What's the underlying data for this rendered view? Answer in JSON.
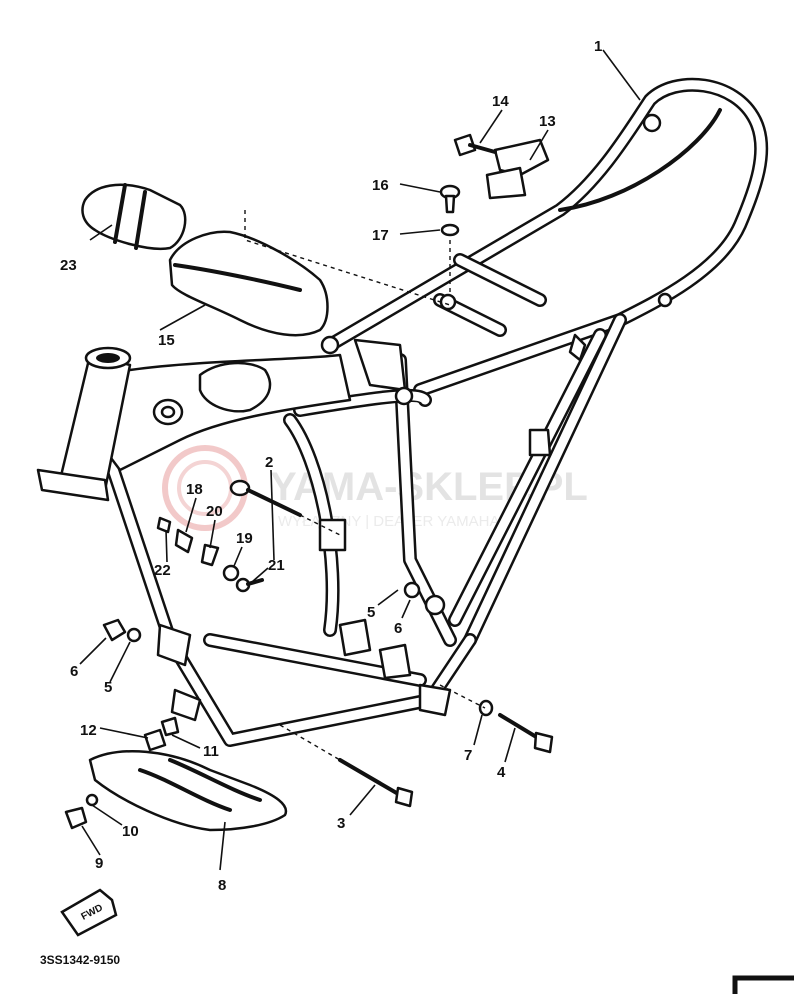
{
  "watermark": {
    "brand": "YAMA-SKLEP.PL",
    "tagline": "WYŁĄCZNY | DEALER YAMAHA"
  },
  "catalog_code": "3SS1342-9150",
  "fwd_label": "FWD",
  "callouts": [
    {
      "id": "1",
      "text": "1"
    },
    {
      "id": "2",
      "text": "2"
    },
    {
      "id": "3",
      "text": "3"
    },
    {
      "id": "4",
      "text": "4"
    },
    {
      "id": "5a",
      "text": "5"
    },
    {
      "id": "5b",
      "text": "5"
    },
    {
      "id": "6a",
      "text": "6"
    },
    {
      "id": "6b",
      "text": "6"
    },
    {
      "id": "7",
      "text": "7"
    },
    {
      "id": "8",
      "text": "8"
    },
    {
      "id": "9",
      "text": "9"
    },
    {
      "id": "10",
      "text": "10"
    },
    {
      "id": "11",
      "text": "11"
    },
    {
      "id": "12",
      "text": "12"
    },
    {
      "id": "13",
      "text": "13"
    },
    {
      "id": "14",
      "text": "14"
    },
    {
      "id": "15",
      "text": "15"
    },
    {
      "id": "16",
      "text": "16"
    },
    {
      "id": "17",
      "text": "17"
    },
    {
      "id": "18",
      "text": "18"
    },
    {
      "id": "19",
      "text": "19"
    },
    {
      "id": "20",
      "text": "20"
    },
    {
      "id": "21",
      "text": "21"
    },
    {
      "id": "22",
      "text": "22"
    },
    {
      "id": "23",
      "text": "23"
    }
  ]
}
